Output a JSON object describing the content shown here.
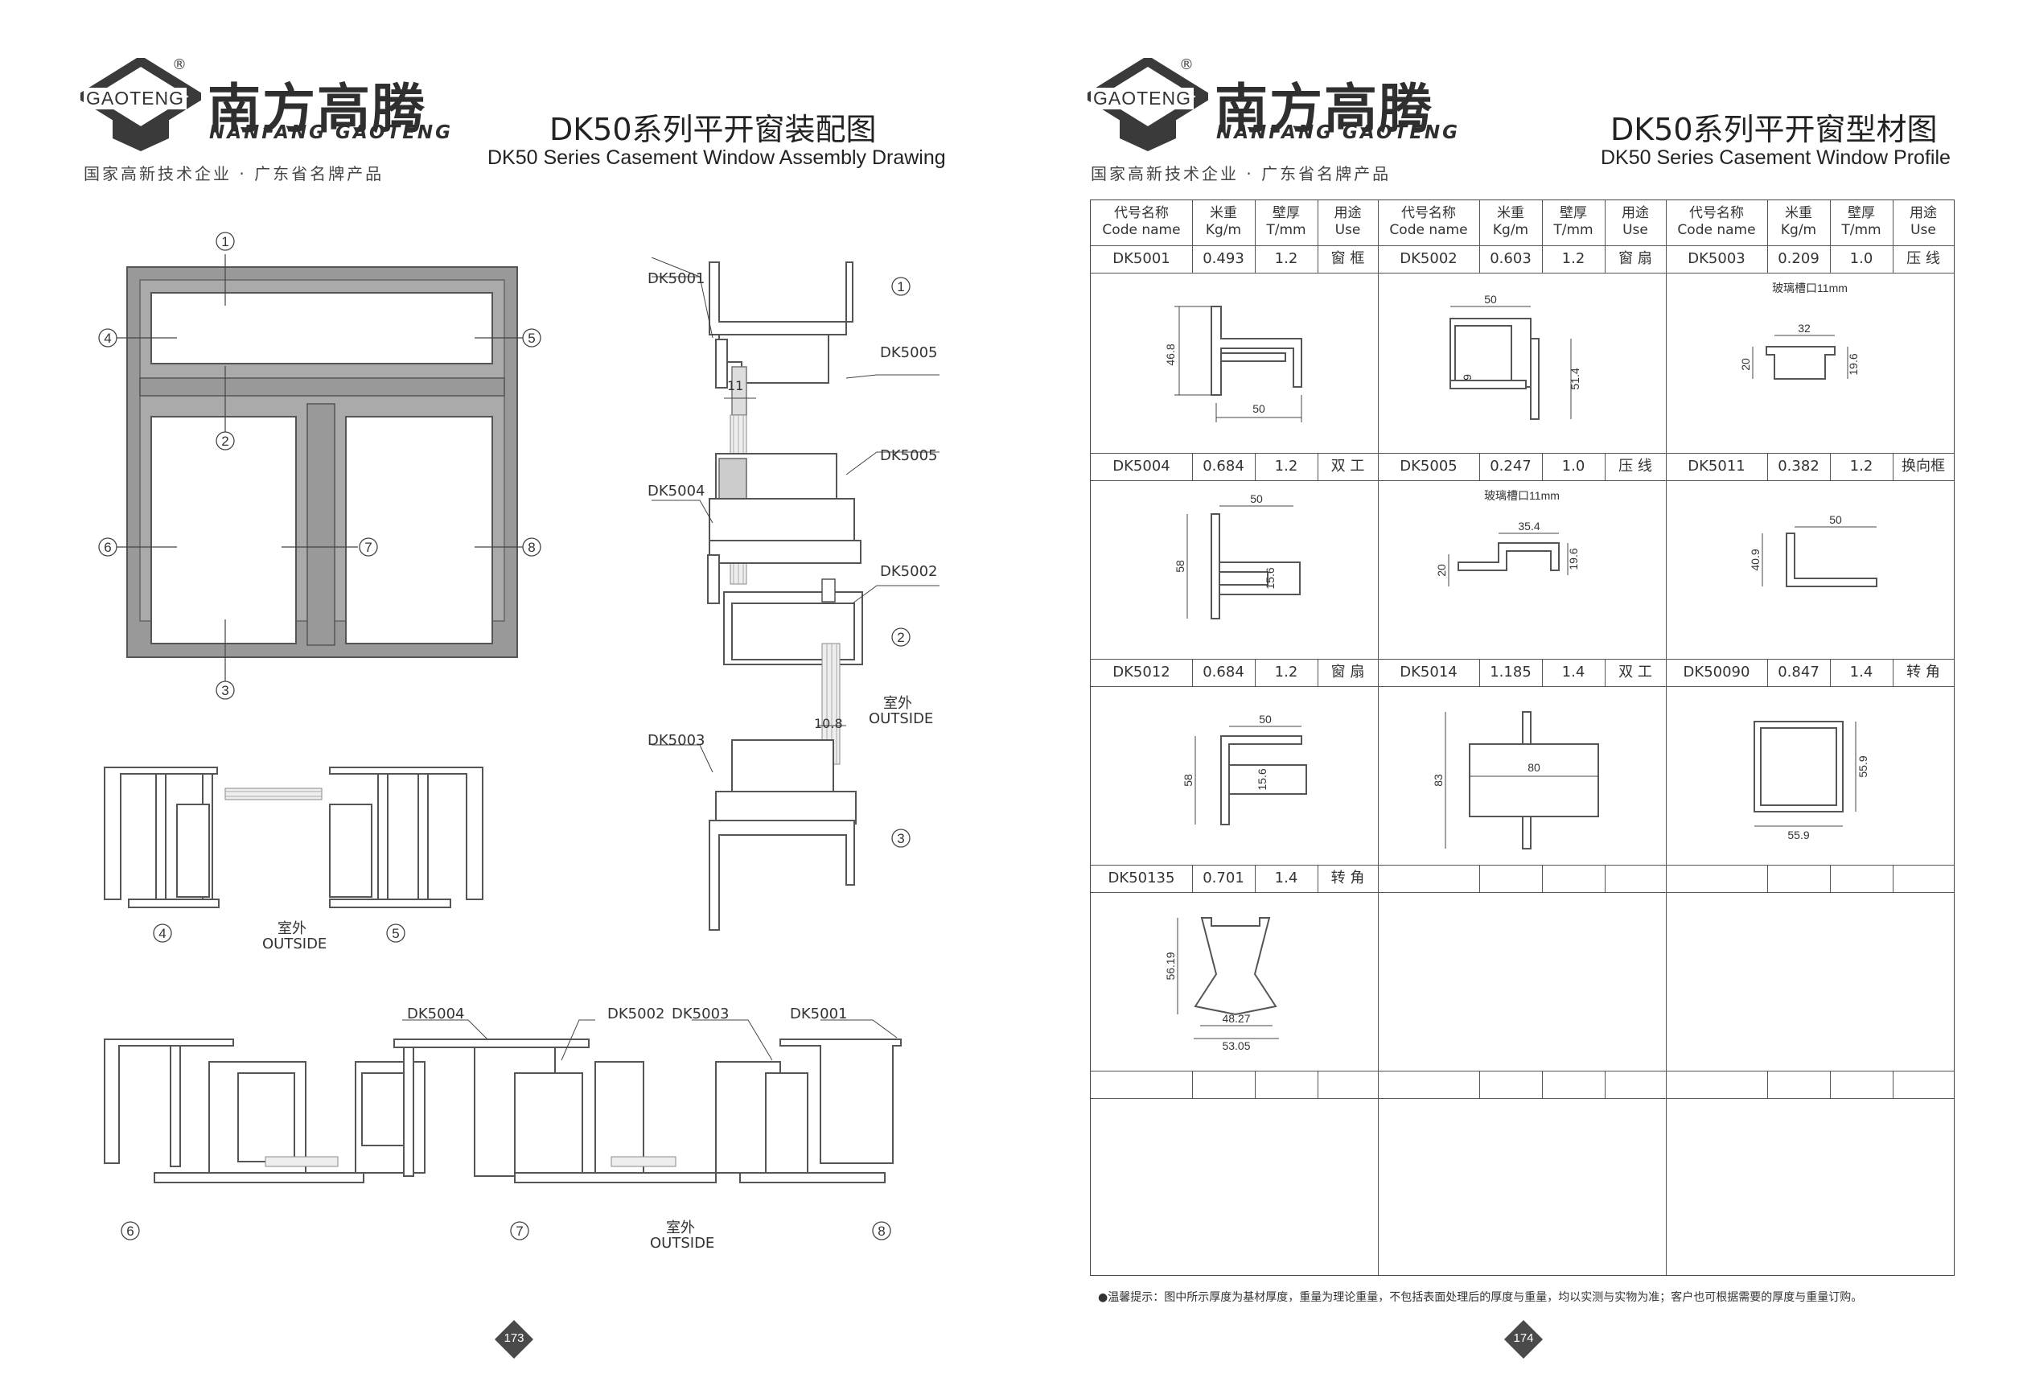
{
  "brand": {
    "name_cn": "南方高腾",
    "name_pinyin": "NANFANG GAOTENG",
    "logo_text": "GAOTENG",
    "registered": "®",
    "tagline": "国家高新技术企业 · 广东省名牌产品"
  },
  "left_page": {
    "title_cn": "DK50系列平开窗装配图",
    "title_en": "DK50 Series Casement Window Assembly Drawing",
    "page_number": "173",
    "callouts": [
      "①",
      "②",
      "③",
      "④",
      "⑤",
      "⑥",
      "⑦",
      "⑧"
    ],
    "section_labels": {
      "top_dk5001": "DK5001",
      "top_dk5005": "DK5005",
      "mid_dk5005": "DK5005",
      "mid_dk5004": "DK5004",
      "mid_dk5002": "DK5002",
      "bot_dk5003": "DK5003",
      "glass_11": "11",
      "glass_108": "10.8",
      "outside_cn": "室外",
      "outside_en": "OUTSIDE"
    },
    "bottom_labels": {
      "dk5004": "DK5004",
      "dk5002": "DK5002",
      "dk5003": "DK5003",
      "dk5001": "DK5001",
      "outside_cn": "室外",
      "outside_en": "OUTSIDE"
    }
  },
  "right_page": {
    "title_cn": "DK50系列平开窗型材图",
    "title_en": "DK50 Series Casement Window Profile",
    "page_number": "174",
    "headers": [
      {
        "cn": "代号名称",
        "en": "Code name"
      },
      {
        "cn": "米重",
        "en": "Kg/m"
      },
      {
        "cn": "壁厚",
        "en": "T/mm"
      },
      {
        "cn": "用途",
        "en": "Use"
      }
    ],
    "rows": [
      [
        {
          "code": "DK5001",
          "kg": "0.493",
          "t": "1.2",
          "use": "窗 框"
        },
        {
          "code": "DK5002",
          "kg": "0.603",
          "t": "1.2",
          "use": "窗 扇"
        },
        {
          "code": "DK5003",
          "kg": "0.209",
          "t": "1.0",
          "use": "压 线"
        }
      ],
      [
        {
          "code": "DK5004",
          "kg": "0.684",
          "t": "1.2",
          "use": "双 工"
        },
        {
          "code": "DK5005",
          "kg": "0.247",
          "t": "1.0",
          "use": "压 线"
        },
        {
          "code": "DK5011",
          "kg": "0.382",
          "t": "1.2",
          "use": "换向框"
        }
      ],
      [
        {
          "code": "DK5012",
          "kg": "0.684",
          "t": "1.2",
          "use": "窗 扇"
        },
        {
          "code": "DK5014",
          "kg": "1.185",
          "t": "1.4",
          "use": "双 工"
        },
        {
          "code": "DK50090",
          "kg": "0.847",
          "t": "1.4",
          "use": "转 角"
        }
      ],
      [
        {
          "code": "DK50135",
          "kg": "0.701",
          "t": "1.4",
          "use": "转 角"
        },
        {
          "code": "",
          "kg": "",
          "t": "",
          "use": ""
        },
        {
          "code": "",
          "kg": "",
          "t": "",
          "use": ""
        }
      ]
    ],
    "dims": {
      "dk5001": {
        "h": "46.8",
        "w": "50"
      },
      "dk5002": {
        "w": "50",
        "h": "51.4",
        "s": "9"
      },
      "dk5003": {
        "note": "玻璃槽口11mm",
        "w": "32",
        "h1": "20",
        "h2": "19.6"
      },
      "dk5004": {
        "w": "50",
        "h": "58",
        "s": "15.6"
      },
      "dk5005": {
        "note": "玻璃槽口11mm",
        "w": "35.4",
        "h1": "20",
        "h2": "19.6"
      },
      "dk5011": {
        "w": "50",
        "h": "40.9"
      },
      "dk5012": {
        "w": "50",
        "h": "58",
        "s": "15.6"
      },
      "dk5014": {
        "w": "80",
        "h": "83"
      },
      "dk50090": {
        "w": "55.9",
        "h": "55.9"
      },
      "dk50135": {
        "h": "56.19",
        "w1": "48.27",
        "w2": "53.05"
      }
    },
    "footnote": "●温馨提示：图中所示厚度为基材厚度，重量为理论重量，不包括表面处理后的厚度与重量，均以实测与实物为准；客户也可根据需要的厚度与重量订购。"
  }
}
